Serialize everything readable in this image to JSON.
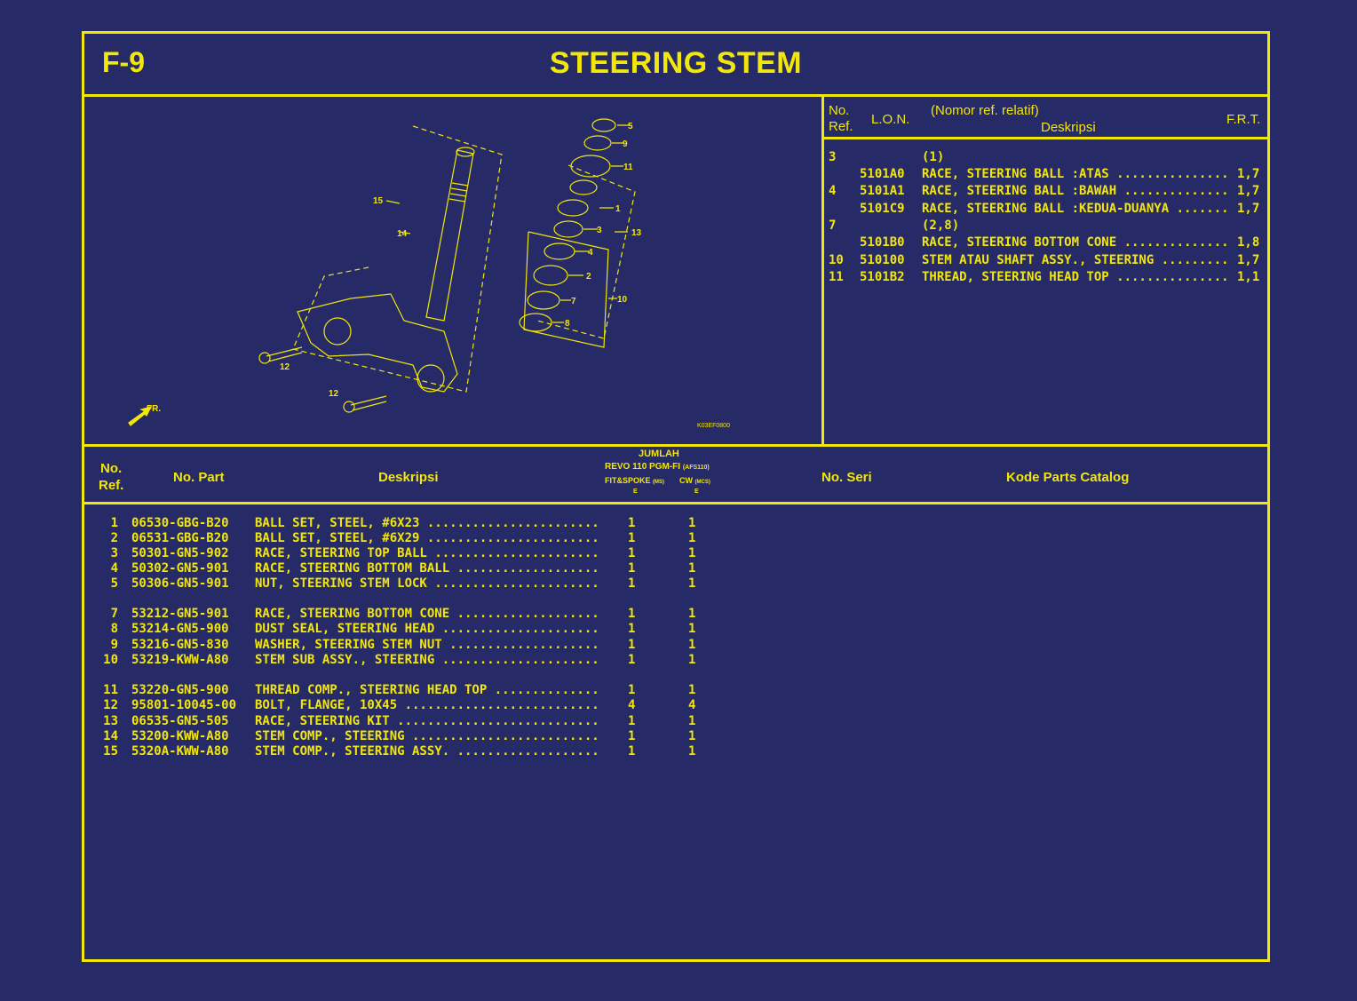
{
  "header": {
    "code": "F-9",
    "title": "STEERING STEM"
  },
  "ref_panel": {
    "headers": {
      "no": "No.",
      "ref": "Ref.",
      "lon": "L.O.N.",
      "note": "(Nomor ref. relatif)",
      "desc": "Deskripsi",
      "frt": "F.R.T."
    },
    "rows": [
      {
        "ref": "3",
        "lon": "",
        "desc": "(1)",
        "frt": ""
      },
      {
        "ref": "",
        "lon": "5101A0",
        "desc": "RACE, STEERING BALL :ATAS .................",
        "frt": "1,7"
      },
      {
        "ref": "4",
        "lon": "5101A1",
        "desc": "RACE, STEERING BALL :BAWAH ................",
        "frt": "1,7"
      },
      {
        "ref": "",
        "lon": "5101C9",
        "desc": "RACE, STEERING BALL :KEDUA-DUANYA ........",
        "frt": "1,7"
      },
      {
        "ref": "7",
        "lon": "",
        "desc": "(2,8)",
        "frt": ""
      },
      {
        "ref": "",
        "lon": "5101B0",
        "desc": "RACE, STEERING BOTTOM CONE ................",
        "frt": "1,8"
      },
      {
        "ref": "10",
        "lon": "510100",
        "desc": "STEM ATAU SHAFT ASSY., STEERING ..........",
        "frt": "1,7"
      },
      {
        "ref": "11",
        "lon": "5101B2",
        "desc": "THREAD, STEERING HEAD TOP .................",
        "frt": "1,1"
      }
    ]
  },
  "diagram": {
    "callouts": [
      "5",
      "9",
      "11",
      "1",
      "3",
      "13",
      "4",
      "2",
      "7",
      "10",
      "8",
      "15",
      "14",
      "12",
      "12"
    ],
    "front_label": "FR.",
    "ref_code": "K03EF0800"
  },
  "parts_table": {
    "headers": {
      "no": "No.",
      "ref": "Ref.",
      "part": "No. Part",
      "desc": "Deskripsi",
      "jumlah": "JUMLAH",
      "model": "REVO 110 PGM-FI",
      "model_code": "(AFS110)",
      "col1": "FIT&SPOKE",
      "col1_code": "(MS)",
      "col2": "CW",
      "col2_code": "(MCS)",
      "col_e1": "E",
      "col_e2": "E",
      "serial": "No. Seri",
      "catalog": "Kode Parts Catalog"
    },
    "rows": [
      {
        "ref": "1",
        "part": "06530-GBG-B20",
        "desc": "BALL SET, STEEL, #6X23 .......................",
        "q1": "1",
        "q2": "1"
      },
      {
        "ref": "2",
        "part": "06531-GBG-B20",
        "desc": "BALL SET, STEEL, #6X29 .......................",
        "q1": "1",
        "q2": "1"
      },
      {
        "ref": "3",
        "part": "50301-GN5-902",
        "desc": "RACE, STEERING TOP BALL ......................",
        "q1": "1",
        "q2": "1"
      },
      {
        "ref": "4",
        "part": "50302-GN5-901",
        "desc": "RACE, STEERING BOTTOM BALL ...................",
        "q1": "1",
        "q2": "1"
      },
      {
        "ref": "5",
        "part": "50306-GN5-901",
        "desc": "NUT, STEERING STEM LOCK ......................",
        "q1": "1",
        "q2": "1"
      },
      {
        "ref": "7",
        "part": "53212-GN5-901",
        "desc": "RACE, STEERING BOTTOM CONE ...................",
        "q1": "1",
        "q2": "1"
      },
      {
        "ref": "8",
        "part": "53214-GN5-900",
        "desc": "DUST SEAL, STEERING HEAD .....................",
        "q1": "1",
        "q2": "1"
      },
      {
        "ref": "9",
        "part": "53216-GN5-830",
        "desc": "WASHER, STEERING STEM NUT ....................",
        "q1": "1",
        "q2": "1"
      },
      {
        "ref": "10",
        "part": "53219-KWW-A80",
        "desc": "STEM SUB ASSY., STEERING .....................",
        "q1": "1",
        "q2": "1"
      },
      {
        "ref": "11",
        "part": "53220-GN5-900",
        "desc": "THREAD COMP., STEERING HEAD TOP ..............",
        "q1": "1",
        "q2": "1"
      },
      {
        "ref": "12",
        "part": "95801-10045-00",
        "desc": "BOLT, FLANGE, 10X45 ..........................",
        "q1": "4",
        "q2": "4"
      },
      {
        "ref": "13",
        "part": "06535-GN5-505",
        "desc": "RACE, STEERING KIT ...........................",
        "q1": "1",
        "q2": "1"
      },
      {
        "ref": "14",
        "part": "53200-KWW-A80",
        "desc": "STEM COMP., STEERING .........................",
        "q1": "1",
        "q2": "1"
      },
      {
        "ref": "15",
        "part": "5320A-KWW-A80",
        "desc": "STEM COMP., STEERING ASSY. ...................",
        "q1": "1",
        "q2": "1"
      }
    ]
  }
}
